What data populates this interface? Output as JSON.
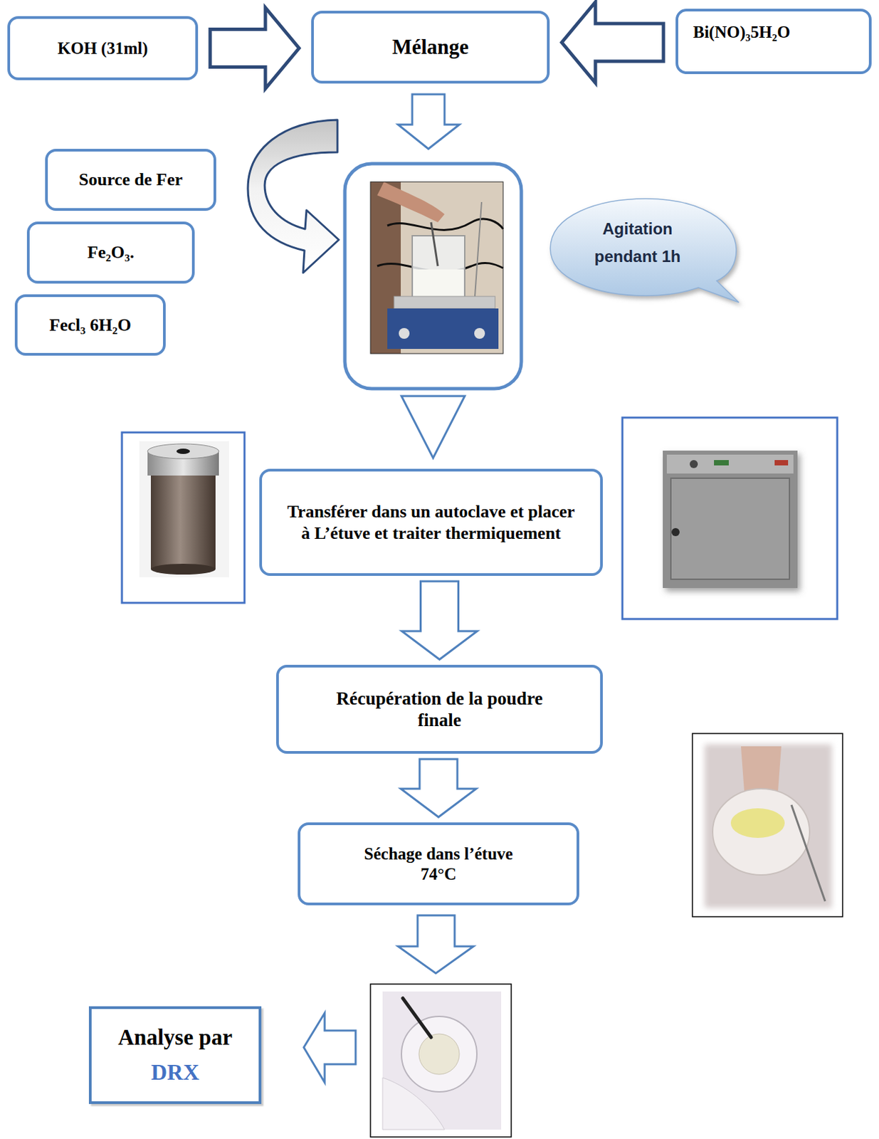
{
  "diagram": {
    "nodes": [
      {
        "text": [
          "KOH (31ml)"
        ]
      },
      {
        "text": [
          "Mélange"
        ]
      },
      {
        "text": [
          "Bi(NO)₃5H₂O"
        ]
      },
      {
        "text": [
          "Source de Fer"
        ]
      },
      {
        "text": [
          "Fe₂O₃."
        ]
      },
      {
        "text": [
          "Fecl₃ 6H₂O"
        ]
      },
      {
        "text": [
          "Agitation pendant 1h"
        ]
      },
      {
        "text": [
          "Transférer dans un autoclave et placer à L’étuve et traiter thermiquement"
        ]
      },
      {
        "text": [
          "Récupération de la poudre finale"
        ]
      },
      {
        "text": [
          "Séchage dans l’étuve 74°C"
        ]
      },
      {
        "text": [
          "Analyse par",
          "DRX"
        ]
      }
    ],
    "edges": [
      {
        "from": 0,
        "to": 1,
        "arrow": "to"
      },
      {
        "from": 2,
        "to": 1,
        "arrow": "to"
      },
      {
        "from": 7,
        "to": 8,
        "arrow": "to"
      },
      {
        "from": 8,
        "to": 9,
        "arrow": "to"
      }
    ]
  }
}
